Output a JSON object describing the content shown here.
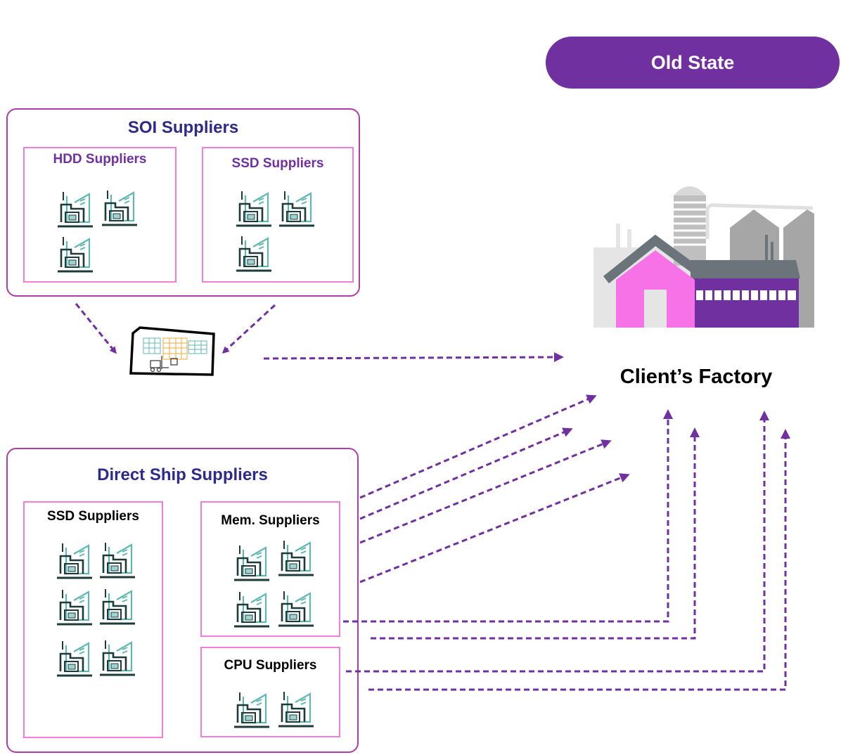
{
  "badge": "Old State",
  "factory": {
    "label": "Client’s  Factory",
    "colors": {
      "pink": "#f672e6",
      "purple": "#7030a0",
      "gray": "#a6a6a6",
      "roof": "#6b737b"
    }
  },
  "soi": {
    "title": "SOI Suppliers",
    "hdd_title": "HDD Suppliers",
    "ssd_title": "SSD Suppliers"
  },
  "direct": {
    "title": "Direct Ship Suppliers",
    "ssd_title": "SSD Suppliers",
    "mem_title": "Mem. Suppliers",
    "cpu_title": "CPU Suppliers"
  },
  "icons": {
    "supplier": "factory-building-icon",
    "warehouse": "warehouse-forklift-icon",
    "client_factory": "client-factory-icon"
  },
  "colors": {
    "accent": "#7030a0",
    "group_border": "#b03ca8",
    "subbox_border": "#f27ed9",
    "group_title": "#2e2a8c",
    "icon_teal": "#5fb7b1",
    "icon_dark": "#1f3a3a"
  }
}
